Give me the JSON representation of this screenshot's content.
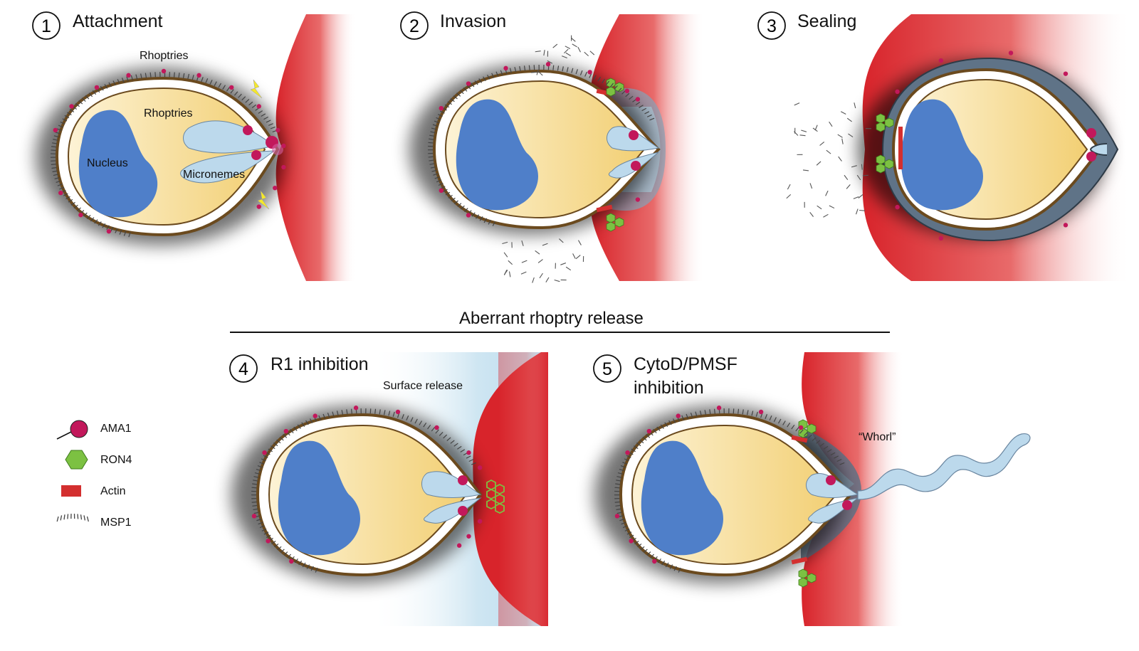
{
  "steps": [
    {
      "number": "1",
      "title": "Attachment"
    },
    {
      "number": "2",
      "title": "Invasion"
    },
    {
      "number": "3",
      "title": "Sealing"
    },
    {
      "number": "4",
      "title": "R1 inhibition"
    },
    {
      "number": "5",
      "title_line1": "CytoD/PMSF",
      "title_line2": "inhibition"
    }
  ],
  "labels": {
    "rhoptries_top": "Rhoptries",
    "rhoptries_inner": "Rhoptries",
    "nucleus": "Nucleus",
    "micronemes": "Micronemes",
    "surface_release": "Surface release",
    "whorl": "“Whorl”"
  },
  "section": {
    "title": "Aberrant rhoptry release"
  },
  "legend": [
    {
      "label": "AMA1",
      "icon": "ama1-icon"
    },
    {
      "label": "RON4",
      "icon": "ron4-icon"
    },
    {
      "label": "Actin",
      "icon": "actin-icon"
    },
    {
      "label": "MSP1",
      "icon": "msp1-icon"
    }
  ],
  "colors": {
    "rbc": "#d8242b",
    "cytoplasm": "#f5d98c",
    "nucleus": "#4f7fc9",
    "organelle": "#bcd9ec",
    "ama1": "#c2185b",
    "ron4": "#7cc142",
    "actin": "#d32f2f",
    "membrane": "#6b4a1e"
  }
}
